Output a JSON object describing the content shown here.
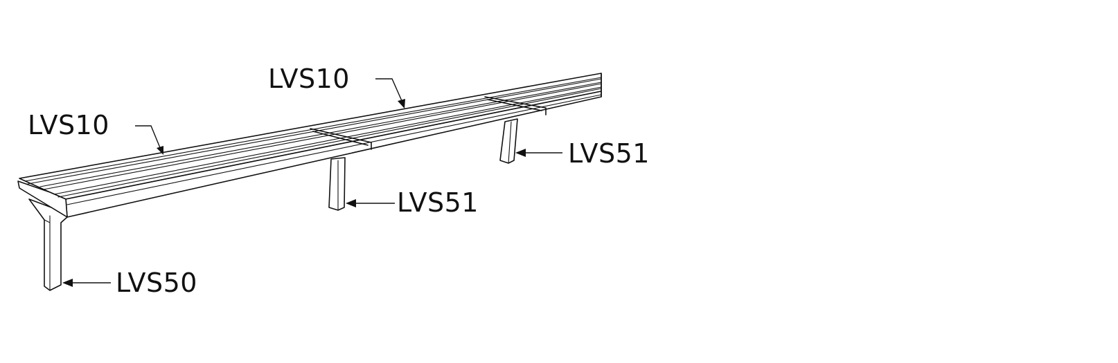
{
  "diagram": {
    "callouts": [
      {
        "id": "seat-left",
        "text": "LVS10"
      },
      {
        "id": "seat-middle",
        "text": "LVS10"
      },
      {
        "id": "leg-middle",
        "text": "LVS51"
      },
      {
        "id": "leg-right",
        "text": "LVS51"
      },
      {
        "id": "leg-end",
        "text": "LVS50"
      }
    ]
  },
  "colors": {
    "line": "#111111",
    "background": "#ffffff"
  }
}
